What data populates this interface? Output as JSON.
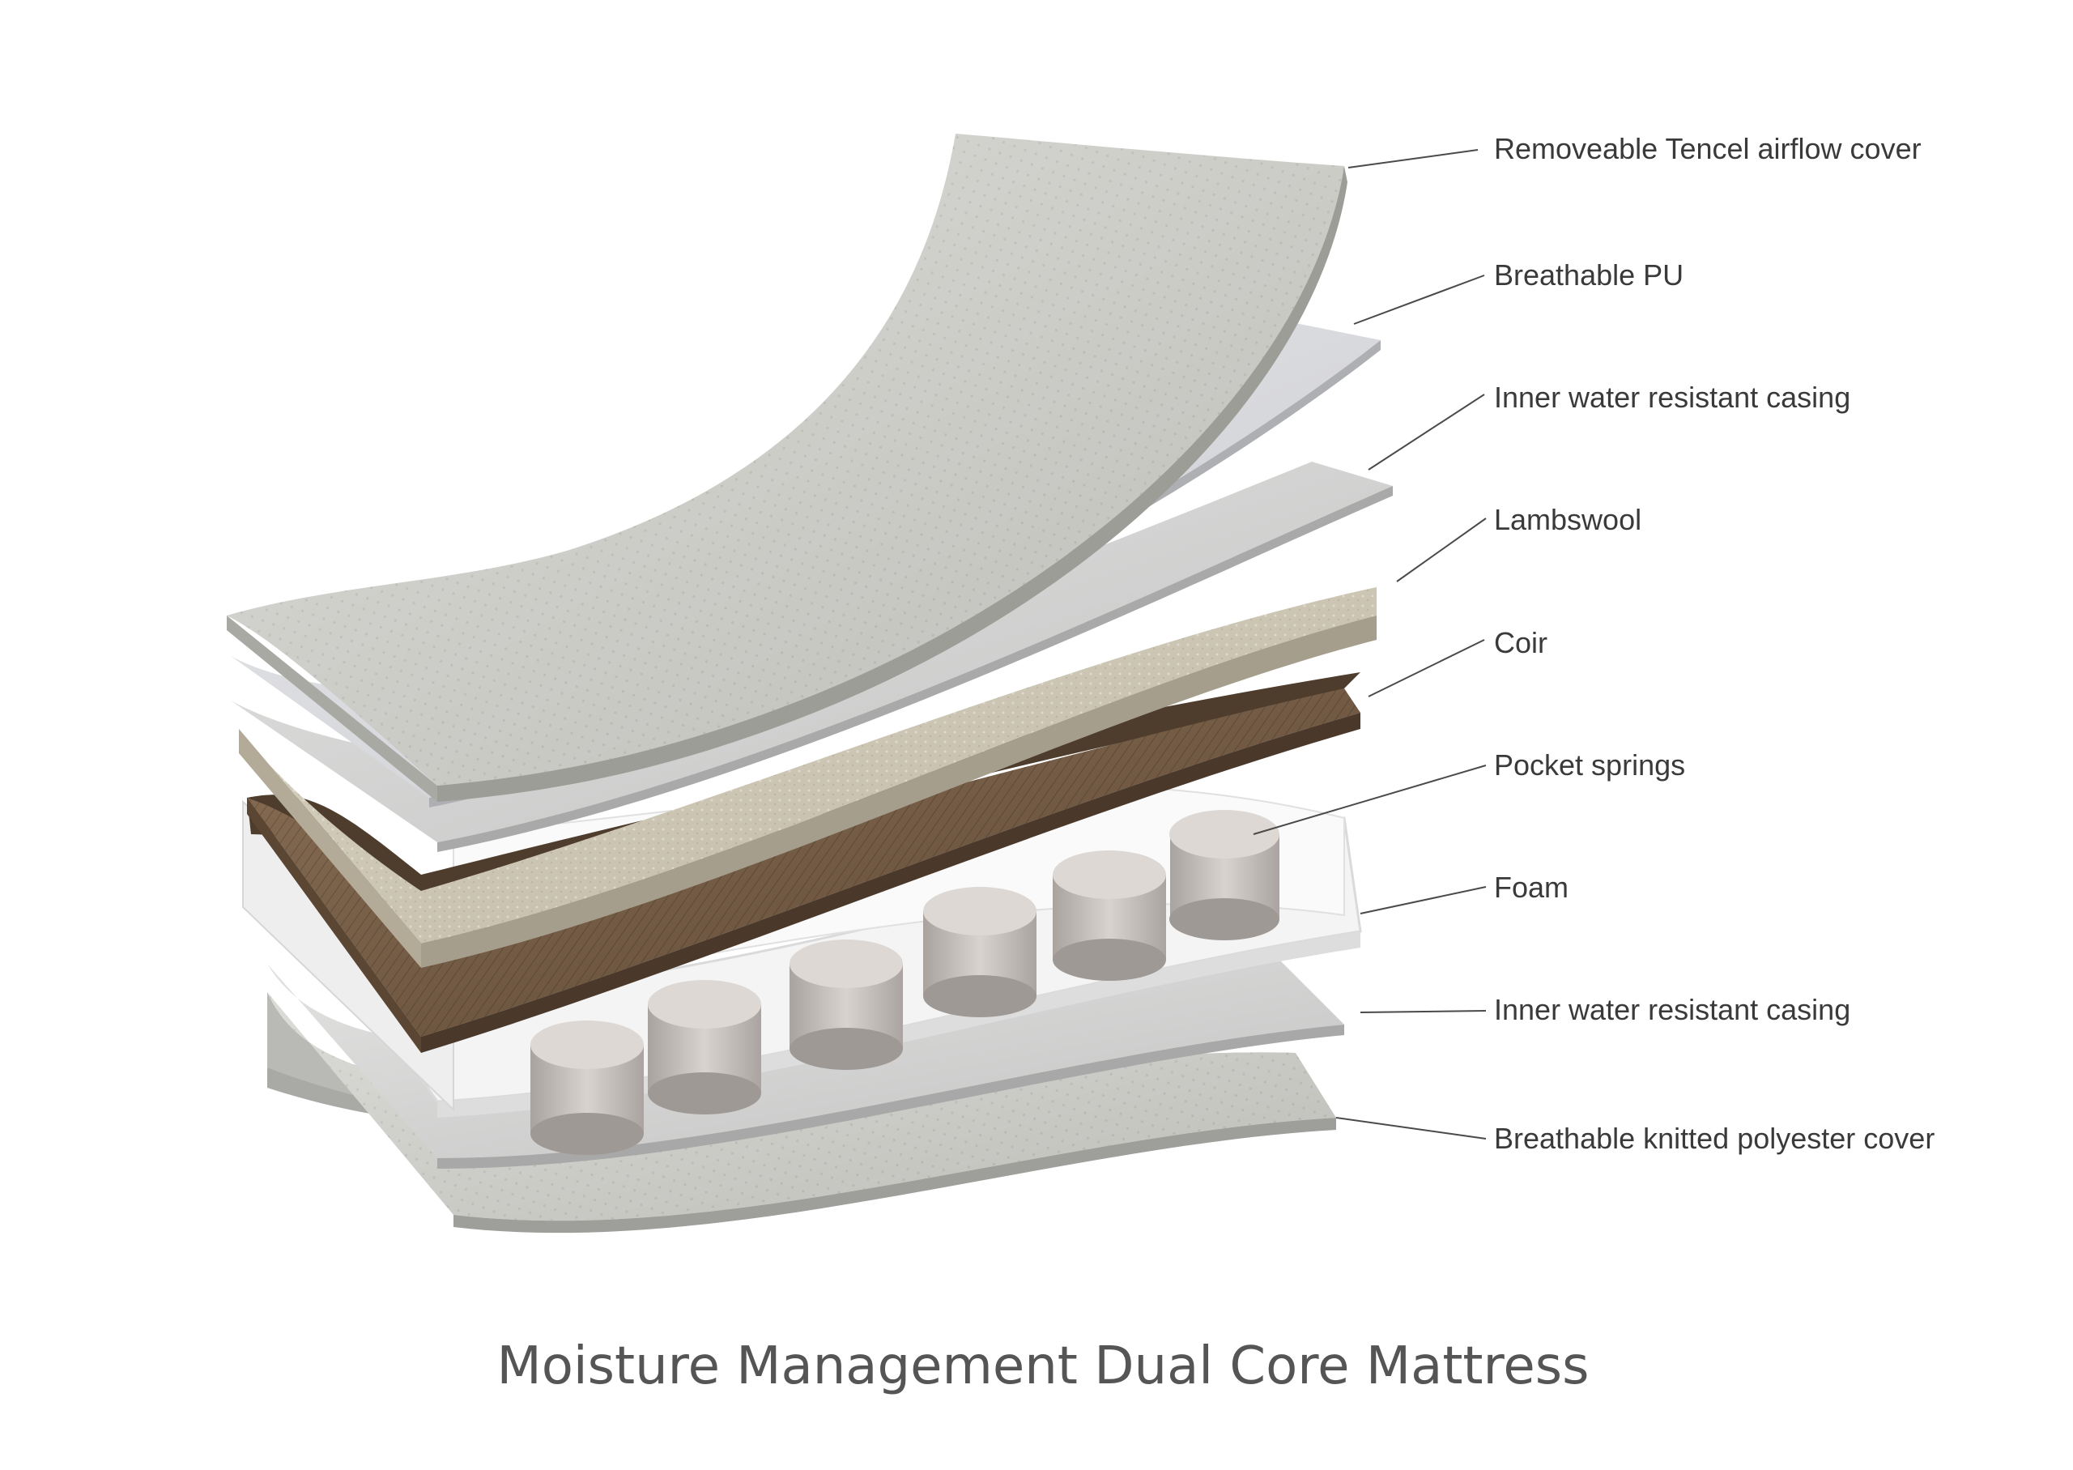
{
  "caption": "Moisture Management Dual Core Mattress",
  "labels": {
    "tencel_cover": "Removeable Tencel airflow cover",
    "breathable_pu": "Breathable PU",
    "inner_casing_top": "Inner water resistant casing",
    "lambswool": "Lambswool",
    "coir": "Coir",
    "pocket_springs": "Pocket springs",
    "foam": "Foam",
    "inner_casing_bottom": "Inner water resistant casing",
    "knitted_cover": "Breathable knitted polyester cover"
  },
  "colors": {
    "cover": "#c9c9c4",
    "pu": "#d9dade",
    "casing": "#d2d3d2",
    "lambswool": "#cfc8b6",
    "coir": "#6e5641",
    "foam": "#f3f3f3",
    "springs": "#c8c2be"
  }
}
